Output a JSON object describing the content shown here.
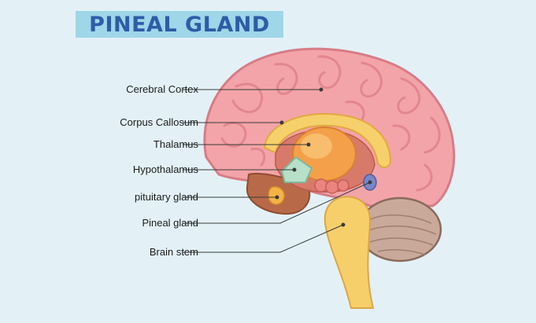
{
  "title": "PINEAL GLAND",
  "labels": {
    "cerebral_cortex": "Cerebral Cortex",
    "corpus_callosum": "Corpus Callosum",
    "thalamus": "Thalamus",
    "hypothalamus": "Hypothalamus",
    "pituitary_gland": "pituitary gland",
    "pineal_gland": "Pineal gland",
    "brain_stem": "Brain stem"
  },
  "colors": {
    "background": "#e3f1f7",
    "title_banner": "#9fd6e8",
    "title_text": "#2f5ba7",
    "cortex": "#f3a4a8",
    "corpus_callosum": "#f6d06a",
    "thalamus": "#f4a04a",
    "hypothalamus": "#b7e0c8",
    "cerebellum": "#c9a99a",
    "brain_stem": "#f7cf6a",
    "pineal": "#7a86c7"
  }
}
